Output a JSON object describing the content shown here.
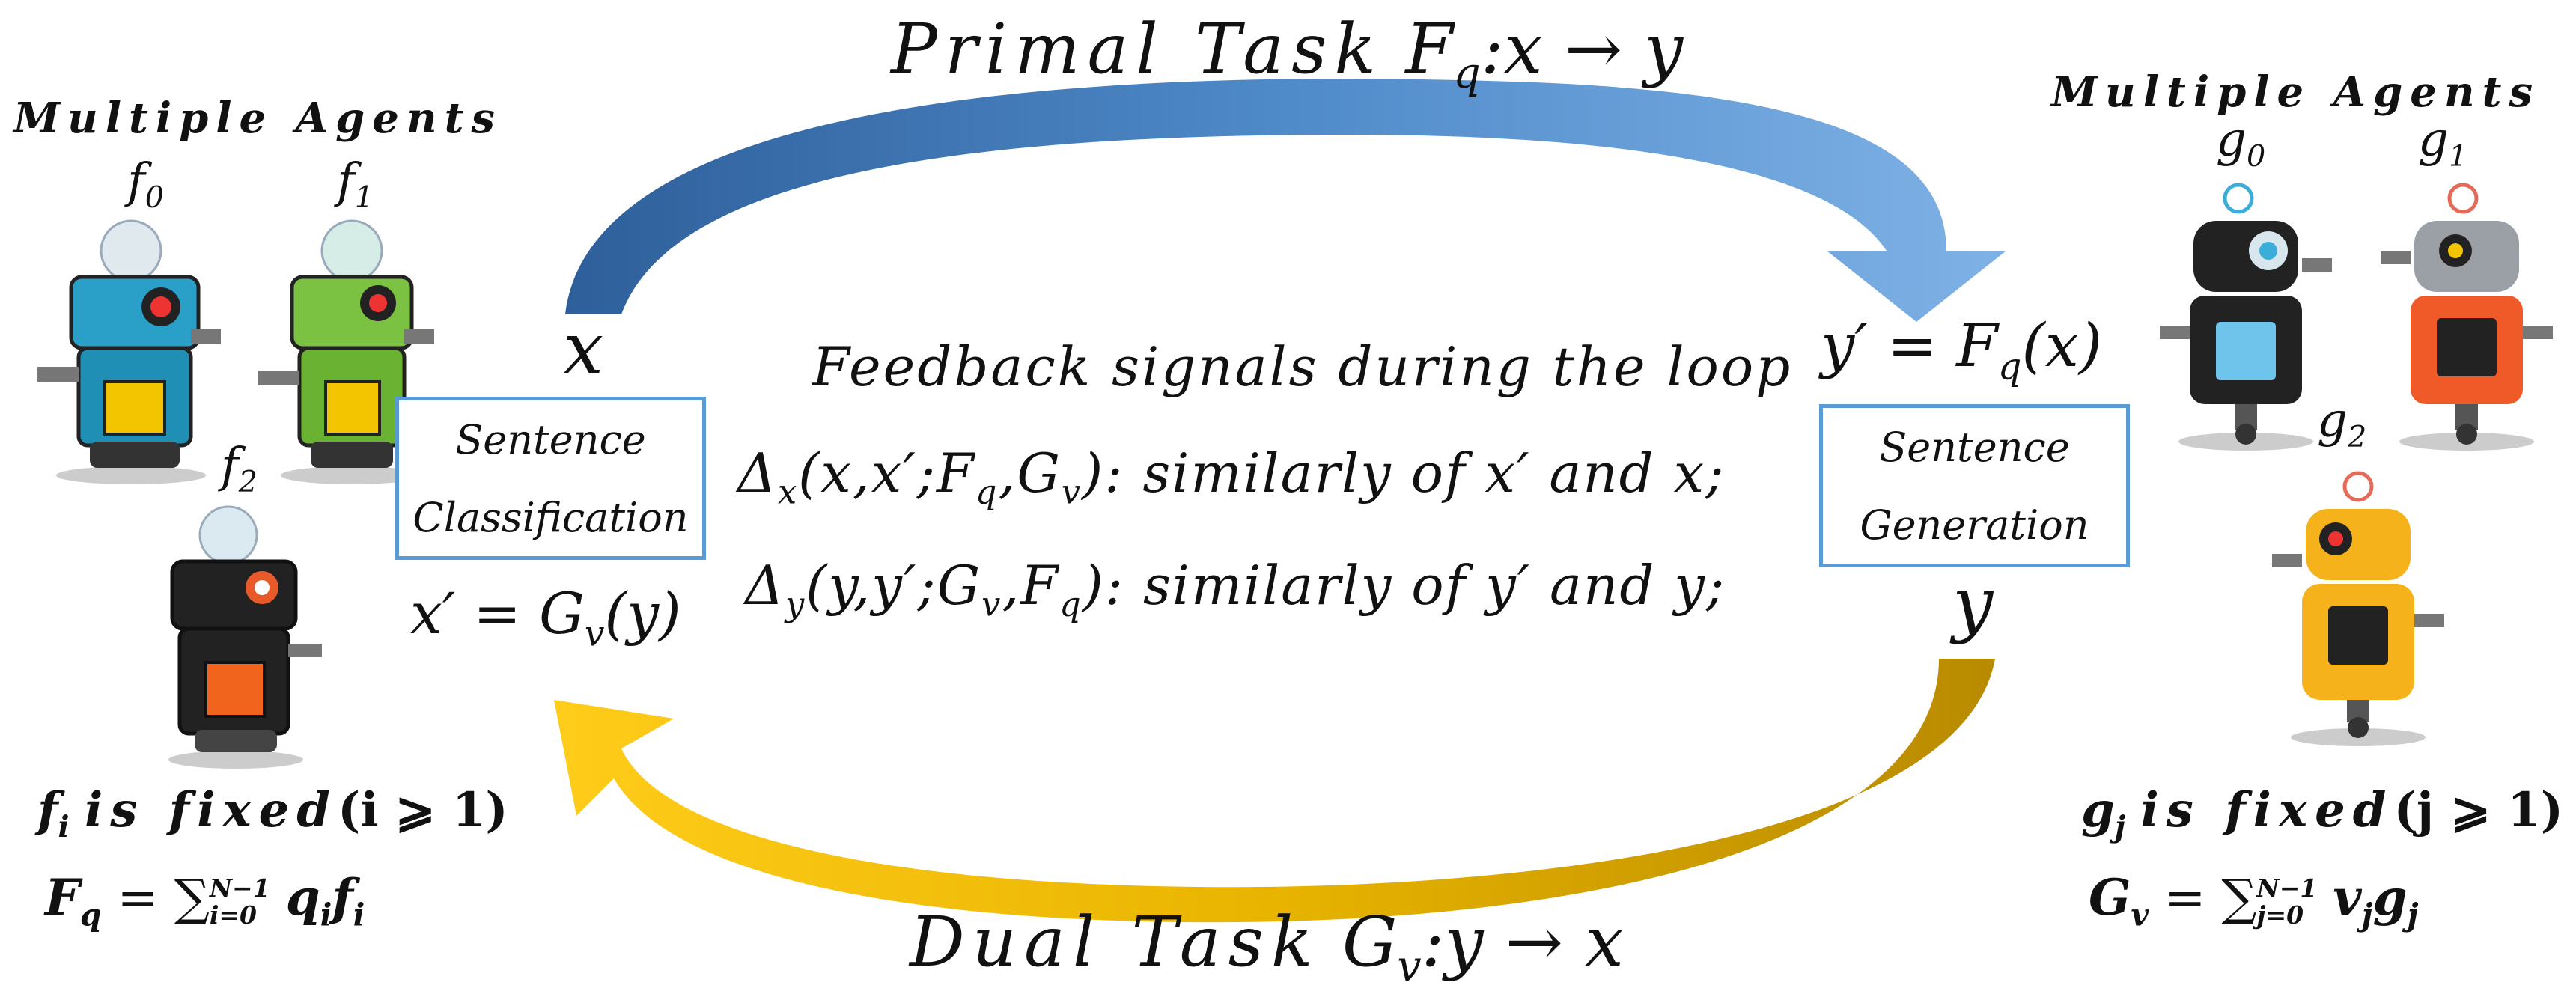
{
  "primal_task": {
    "prefix": "Primal Task",
    "func": "F",
    "sub": "q",
    "mapping": ":x → y"
  },
  "dual_task": {
    "prefix": "Dual Task",
    "func": "G",
    "sub": "v",
    "mapping": ":y → x"
  },
  "left_group": {
    "title": "Multiple Agents",
    "agents": [
      {
        "sym": "f",
        "sub": "0"
      },
      {
        "sym": "f",
        "sub": "1"
      },
      {
        "sym": "f",
        "sub": "2"
      }
    ],
    "fixed_note": {
      "sym": "f",
      "sub": "i",
      "text": "is fixed",
      "cond": "(i ⩾ 1)"
    },
    "formula": {
      "lhs": "F",
      "lhs_sub": "q",
      "eq": " = ∑",
      "sum_sub": "i=0",
      "sum_sup": "N−1",
      "body": "q",
      "body_sub": "i",
      "body2": "f",
      "body2_sub": "i"
    }
  },
  "right_group": {
    "title": "Multiple Agents",
    "agents": [
      {
        "sym": "g",
        "sub": "0"
      },
      {
        "sym": "g",
        "sub": "1"
      },
      {
        "sym": "g",
        "sub": "2"
      }
    ],
    "fixed_note": {
      "sym": "g",
      "sub": "j",
      "text": "is fixed",
      "cond": "(j ⩾ 1)"
    },
    "formula": {
      "lhs": "G",
      "lhs_sub": "v",
      "eq": " = ∑",
      "sum_sub": "j=0",
      "sum_sup": "N−1",
      "body": "v",
      "body_sub": "j",
      "body2": "g",
      "body2_sub": "j"
    }
  },
  "left_node": {
    "top": "x",
    "box_line1": "Sentence",
    "box_line2": "Classification",
    "bottom_lhs": "x′ = G",
    "bottom_sub": "v",
    "bottom_rhs": "(y)"
  },
  "right_node": {
    "top_lhs": "y′ = F",
    "top_sub": "q",
    "top_rhs": "(x)",
    "box_line1": "Sentence",
    "box_line2": "Generation",
    "bottom": "y"
  },
  "feedback": {
    "title": "Feedback signals during the loop",
    "line1": {
      "delta": "Δ",
      "sub": "x",
      "args": "(x,x′;F",
      "a_sub1": "q",
      "args2": ",G",
      "a_sub2": "v",
      "rest": "): similarly of x′ and x;"
    },
    "line2": {
      "delta": "Δ",
      "sub": "y",
      "args": "(y,y′;G",
      "a_sub1": "v",
      "args2": ",F",
      "a_sub2": "q",
      "rest": "): similarly of y′ and y;"
    }
  },
  "colors": {
    "primal_arrow": "#4f8ac9",
    "dual_arrow": "#e8b400",
    "box_border": "#5b9bd5"
  }
}
